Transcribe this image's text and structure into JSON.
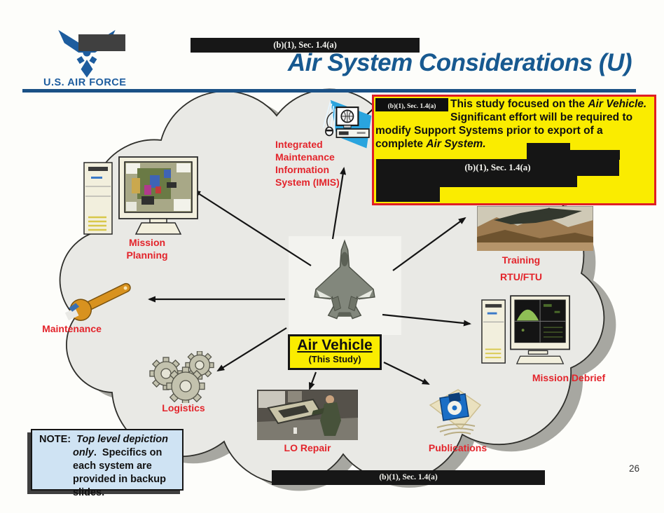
{
  "header": {
    "brand": "U.S. AIR FORCE",
    "title": "Air System Considerations (U)"
  },
  "redaction_label": "(b)(1), Sec. 1.4(a)",
  "callout": {
    "seg_plain1": "This study focused on the ",
    "seg_italic1": "Air Vehicle.",
    "seg_plain2": "  Significant effort will be required to modify Support Systems prior to export of a complete ",
    "seg_italic2": "Air System."
  },
  "center": {
    "box_title": "Air Vehicle",
    "box_subtitle": "(This Study)"
  },
  "nodes": {
    "imis": {
      "label": "Integrated\nMaintenance\nInformation\nSystem (IMIS)"
    },
    "mission_planning": {
      "label": "Mission\nPlanning"
    },
    "maintenance": {
      "label": "Maintenance"
    },
    "logistics": {
      "label": "Logistics"
    },
    "lo_repair": {
      "label": "LO Repair"
    },
    "publications": {
      "label": "Publications"
    },
    "mission_debrief": {
      "label": "Mission Debrief"
    },
    "training": {
      "label": "Training",
      "sublabel": "RTU/FTU"
    }
  },
  "note": {
    "prefix": "NOTE:  ",
    "italic": "Top level depiction only",
    "rest": ".  Specifics on each system are provided in backup slides."
  },
  "page_number": "26",
  "colors": {
    "title_blue": "#175990",
    "brand_blue": "#1d5c9e",
    "label_red": "#e3242b",
    "callout_yellow": "#faec00",
    "callout_border_red": "#e01e25",
    "note_blue_bg": "#cfe3f3",
    "redaction_black": "#171717",
    "cloud_fill": "#e9e9e5"
  }
}
